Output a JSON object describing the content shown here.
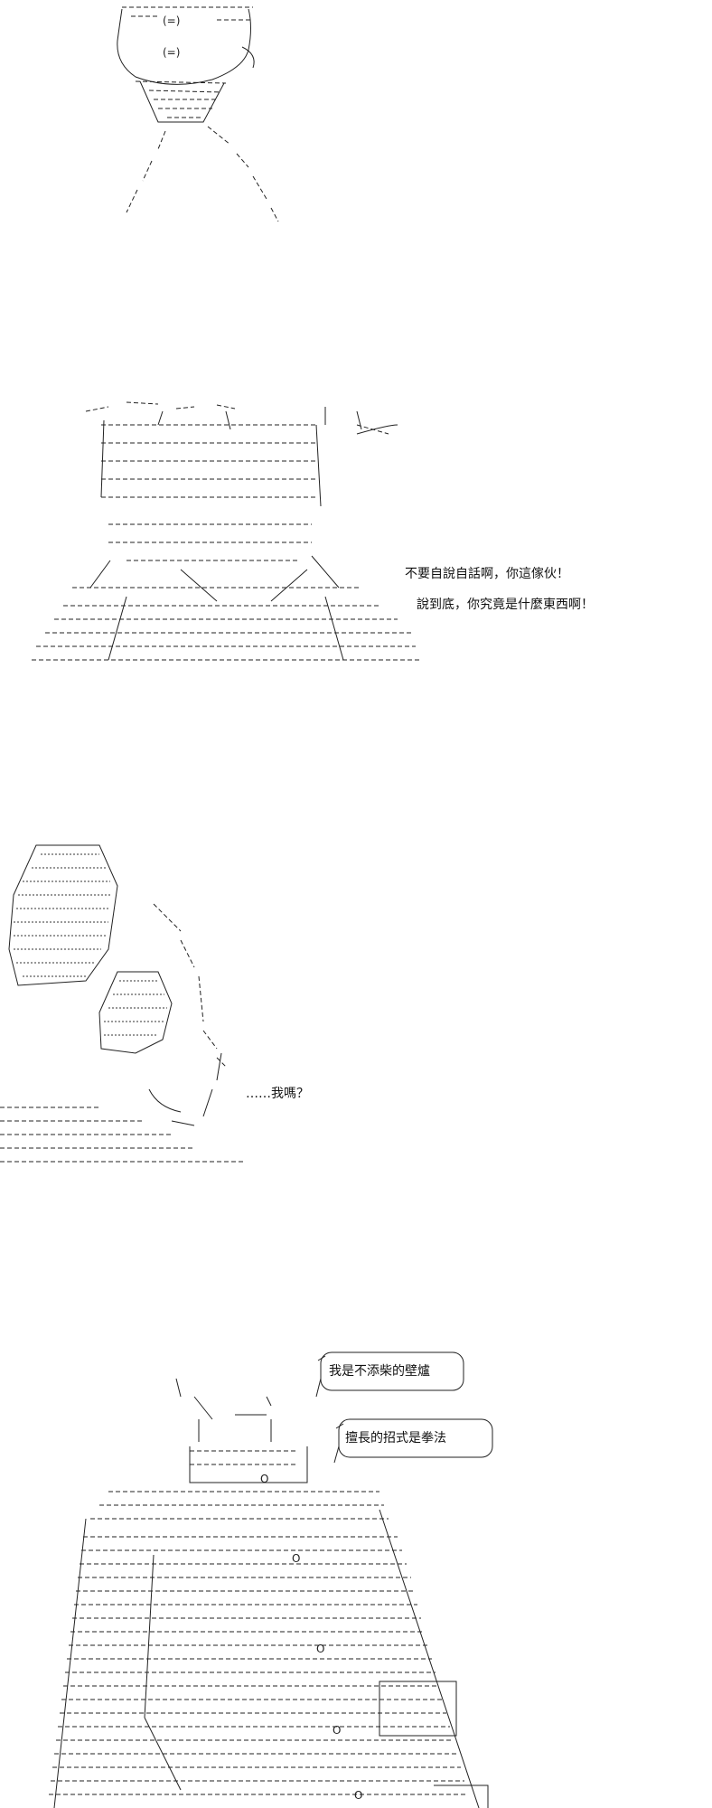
{
  "panels": [
    {
      "lines": []
    },
    {
      "lines": [
        "不要自說自話啊，你這傢伙！",
        "說到底，你究竟是什麼東西啊！"
      ]
    },
    {
      "lines": [
        "……我嗎？"
      ]
    },
    {
      "lines": [
        "我是不添柴的壁爐",
        "擅長的招式是拳法"
      ]
    }
  ]
}
